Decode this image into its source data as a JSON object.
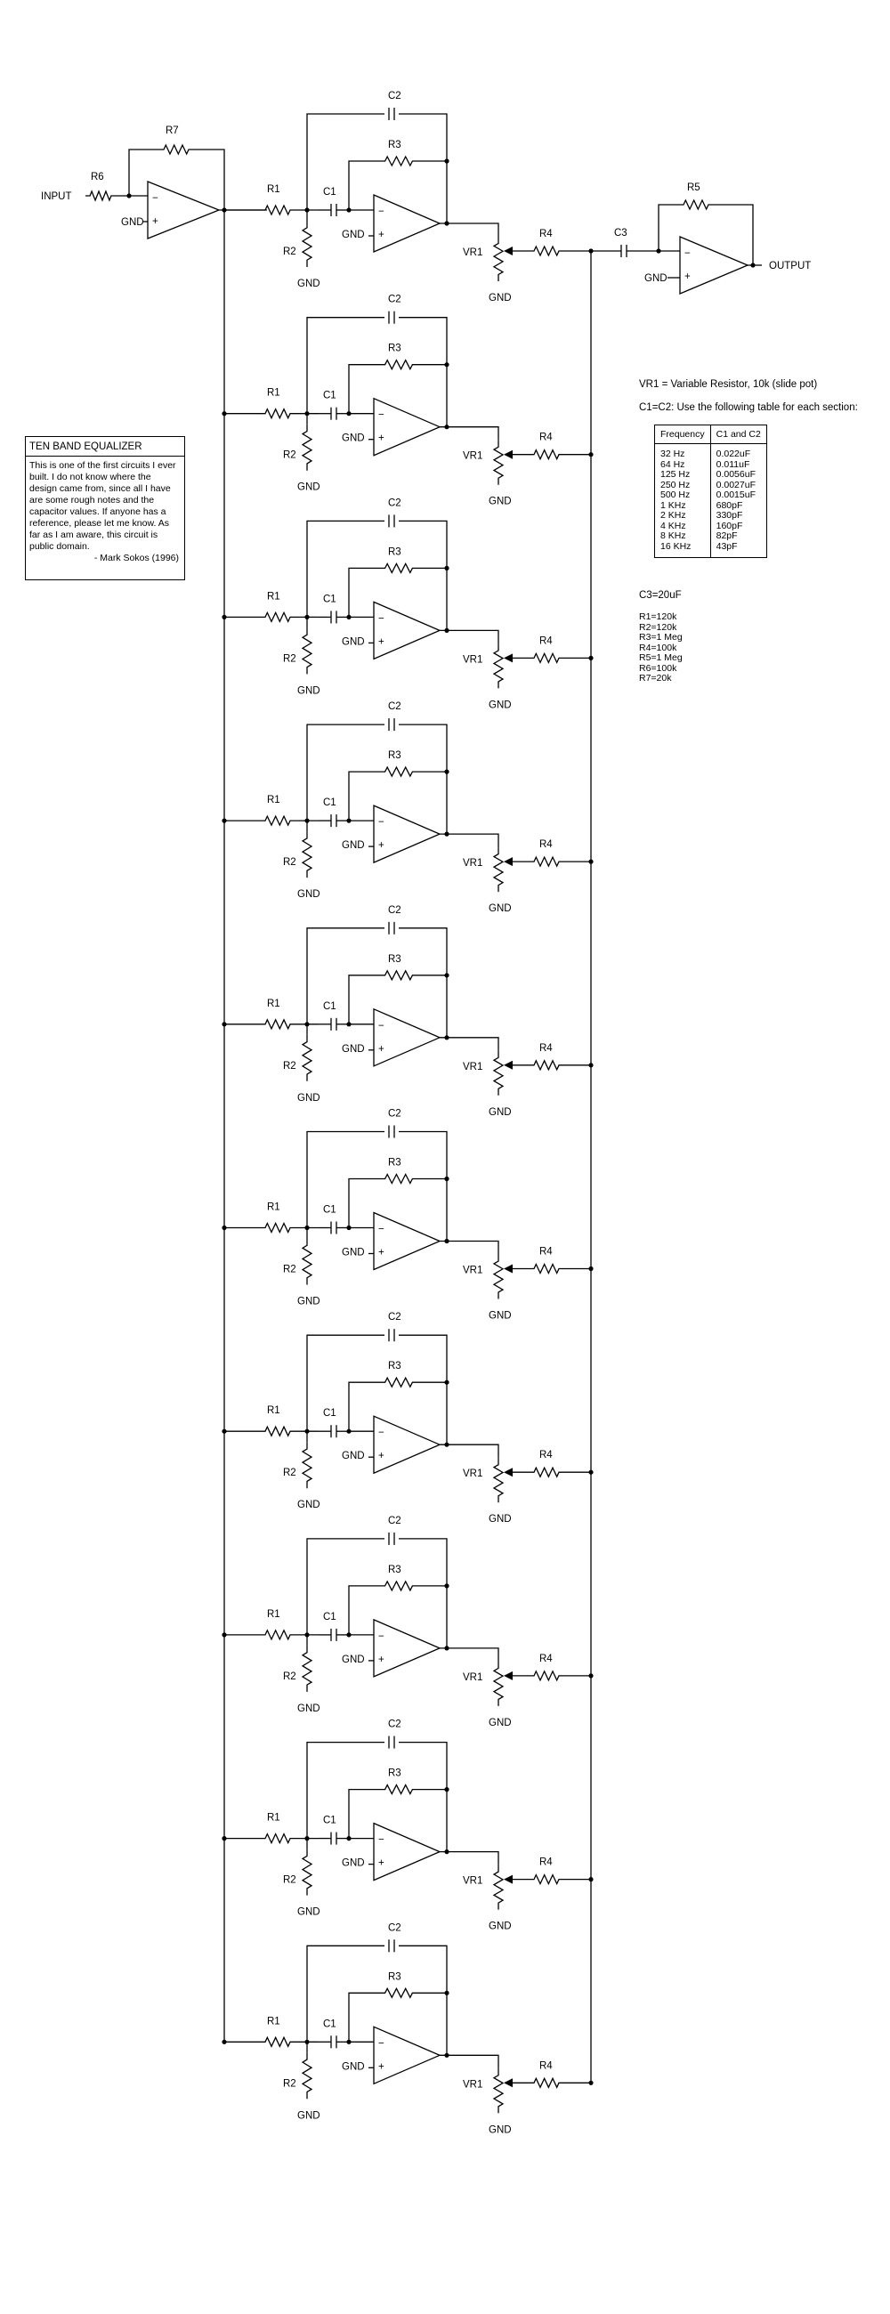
{
  "labels": {
    "input": "INPUT",
    "output": "OUTPUT",
    "gnd": "GND",
    "r1": "R1",
    "r2": "R2",
    "r3": "R3",
    "r4": "R4",
    "r5": "R5",
    "r6": "R6",
    "r7": "R7",
    "c1": "C1",
    "c2": "C2",
    "c3": "C3",
    "vr1": "VR1",
    "minus": "−",
    "plus": "+"
  },
  "note": {
    "title": "TEN BAND EQUALIZER",
    "body": "This is one of the first circuits I ever built. I do not know where the design came from, since all I have are some rough notes and the capacitor values. If anyone has a reference, please let me know. As far as I am aware, this circuit is public domain.",
    "signature": "- Mark Sokos (1996)"
  },
  "notes": {
    "vr1": "VR1 = Variable Resistor, 10k (slide pot)",
    "c1c2": "C1=C2: Use the following table for each section:",
    "c3": "C3=20uF"
  },
  "table": {
    "headers": [
      "Frequency",
      "C1 and C2"
    ],
    "rows": [
      [
        "32 Hz",
        "0.022uF"
      ],
      [
        "64 Hz",
        "0.011uF"
      ],
      [
        "125 Hz",
        "0.0056uF"
      ],
      [
        "250 Hz",
        "0.0027uF"
      ],
      [
        "500 Hz",
        "0.0015uF"
      ],
      [
        "1 KHz",
        "680pF"
      ],
      [
        "2 KHz",
        "330pF"
      ],
      [
        "4 KHz",
        "160pF"
      ],
      [
        "8 KHz",
        "82pF"
      ],
      [
        "16 KHz",
        "43pF"
      ]
    ]
  },
  "values": [
    "R1=120k",
    "R2=120k",
    "R3=1 Meg",
    "R4=100k",
    "R5=1 Meg",
    "R6=100k",
    "R7=20k"
  ],
  "band_count": 10
}
